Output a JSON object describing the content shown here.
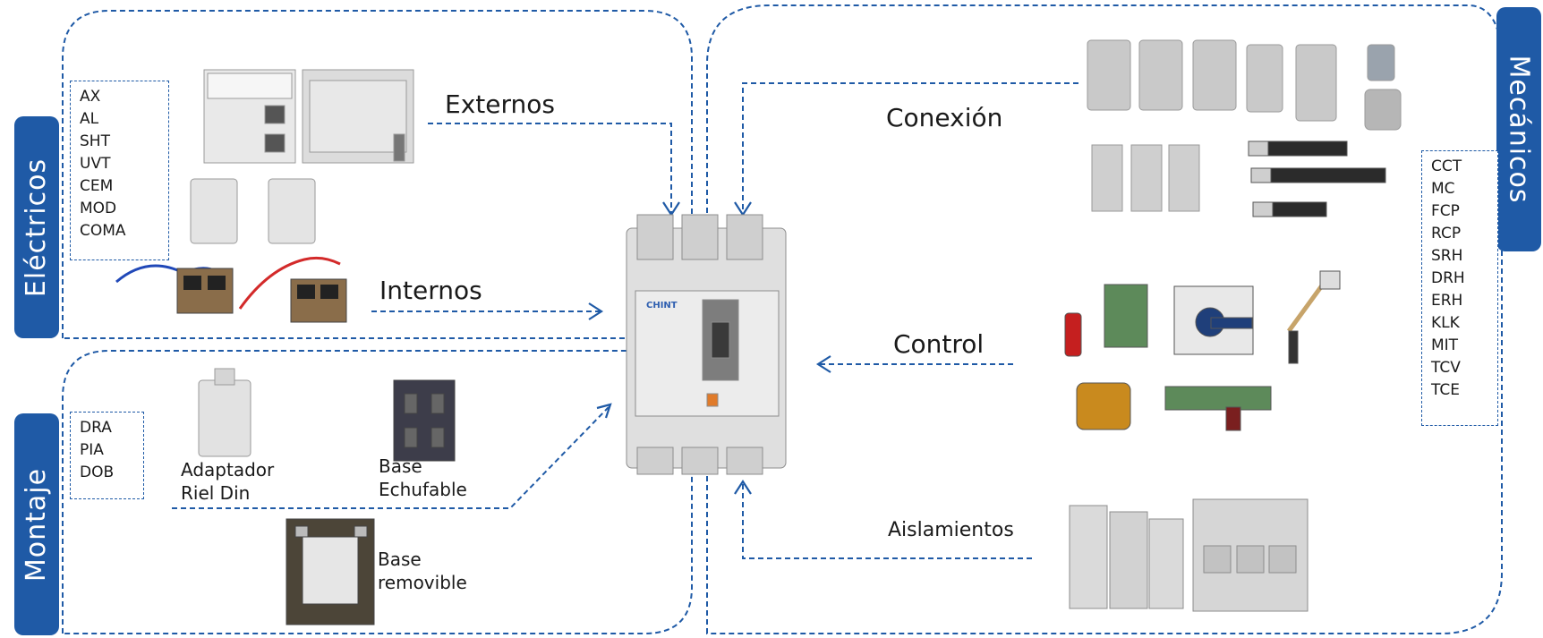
{
  "groups": {
    "electricos": {
      "title": "Eléctricos",
      "codes": [
        "AX",
        "AL",
        "SHT",
        "UVT",
        "CEM",
        "MOD",
        "COMA"
      ],
      "externos": "Externos",
      "internos": "Internos"
    },
    "montaje": {
      "title": "Montaje",
      "codes": [
        "DRA",
        "PIA",
        "DOB"
      ],
      "adaptador_line1": "Adaptador",
      "adaptador_line2": "Riel Din",
      "base_ech_line1": "Base",
      "base_ech_line2": "Echufable",
      "base_rem_line1": "Base",
      "base_rem_line2": "removible"
    },
    "mecanicos": {
      "title": "Mecánicos",
      "codes": [
        "CCT",
        "MC",
        "FCP",
        "RCP",
        "SRH",
        "DRH",
        "ERH",
        "KLK",
        "MIT",
        "TCV",
        "TCE"
      ],
      "conexion": "Conexión",
      "control": "Control",
      "aislamientos": "Aislamientos"
    }
  },
  "breaker": {
    "brand": "CHINT"
  },
  "colors": {
    "accent": "#1f5aa6",
    "dashed": "#1f5aa6"
  }
}
